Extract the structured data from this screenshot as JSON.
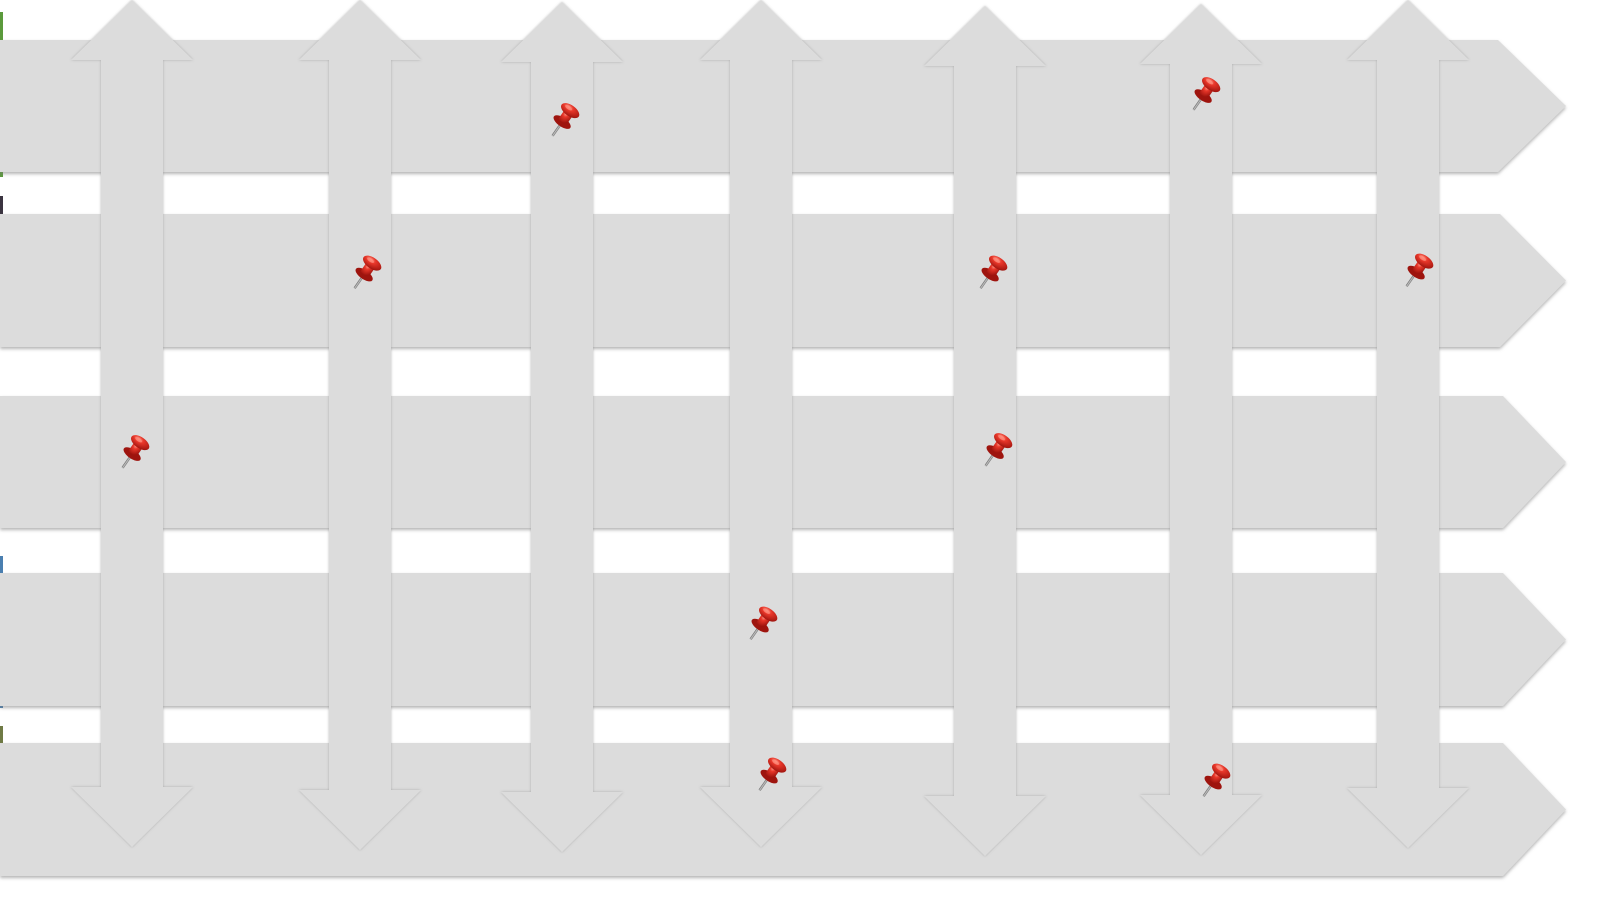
{
  "diagram": {
    "type": "matrix-grid",
    "row_count": 5,
    "column_count": 7,
    "rows": [
      {
        "id": "row-1",
        "label": ""
      },
      {
        "id": "row-2",
        "label": ""
      },
      {
        "id": "row-3",
        "label": ""
      },
      {
        "id": "row-4",
        "label": ""
      },
      {
        "id": "row-5",
        "label": ""
      }
    ],
    "columns": [
      {
        "id": "col-1",
        "label": ""
      },
      {
        "id": "col-2",
        "label": ""
      },
      {
        "id": "col-3",
        "label": ""
      },
      {
        "id": "col-4",
        "label": ""
      },
      {
        "id": "col-5",
        "label": ""
      },
      {
        "id": "col-6",
        "label": ""
      },
      {
        "id": "col-7",
        "label": ""
      }
    ],
    "pins": [
      {
        "row": 1,
        "col": 3
      },
      {
        "row": 1,
        "col": 6
      },
      {
        "row": 2,
        "col": 2
      },
      {
        "row": 2,
        "col": 5
      },
      {
        "row": 2,
        "col": 7
      },
      {
        "row": 3,
        "col": 1
      },
      {
        "row": 3,
        "col": 5
      },
      {
        "row": 4,
        "col": 4
      },
      {
        "row": 5,
        "col": 4
      },
      {
        "row": 5,
        "col": 6
      }
    ],
    "row_direction": "left-to-right",
    "column_direction": "bidirectional-vertical",
    "pin_icon": "pushpin-icon"
  },
  "colors": {
    "arrow_fill": "#dcdcdc",
    "arrow_shadow": "#9a9a9a",
    "background": "#ffffff",
    "pin_red": "#d9261c",
    "pin_dark_red": "#9e140e",
    "pin_highlight": "#ff8a7a",
    "pin_needle": "#8a8a8a",
    "edge_photo_green": "#5b9a3c",
    "edge_photo_dark": "#3b3440",
    "edge_photo_blue": "#4a7fb0",
    "edge_photo_olive": "#6f7a45"
  }
}
